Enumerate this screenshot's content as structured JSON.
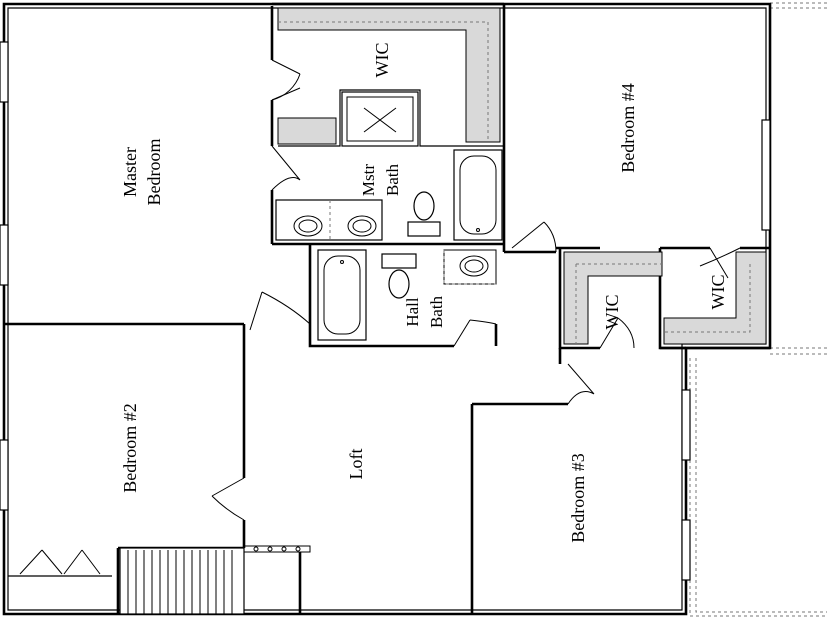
{
  "rooms": {
    "master_bedroom": [
      "Master",
      "Bedroom"
    ],
    "wic_master": "WIC",
    "mstr_bath": [
      "Mstr",
      "Bath"
    ],
    "bedroom_4": "Bedroom #4",
    "hall_bath": [
      "Hall",
      "Bath"
    ],
    "wic_bed3": "WIC",
    "wic_bed4": "WIC",
    "bedroom_2": "Bedroom #2",
    "loft": "Loft",
    "bedroom_3": "Bedroom #3"
  }
}
